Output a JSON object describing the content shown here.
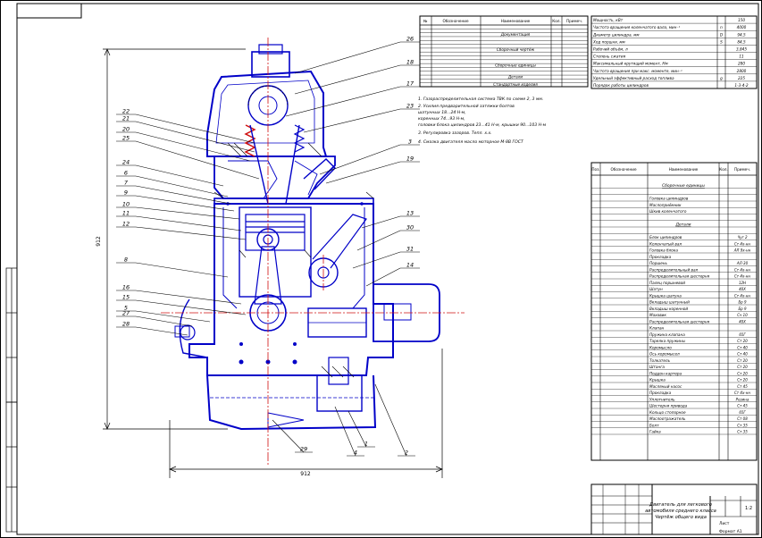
{
  "drawing": {
    "corner_stamp": "",
    "dim_width": "912",
    "dim_height": "912",
    "leaders": [
      "26",
      "18",
      "17",
      "23",
      "22",
      "21",
      "20",
      "25",
      "3",
      "19",
      "24",
      "6",
      "7",
      "9",
      "10",
      "11",
      "12",
      "13",
      "30",
      "31",
      "14",
      "8",
      "16",
      "15",
      "5",
      "27",
      "28",
      "29",
      "4",
      "1",
      "2"
    ]
  },
  "spec_table": {
    "headers": [
      "№",
      "Обозначение",
      "Наименование",
      "Кол.",
      "Примеч."
    ],
    "rows": [
      "",
      "",
      "Документация",
      "",
      "",
      "",
      "Сборочный чертёж",
      "",
      "",
      "",
      "Сборочные единицы",
      "",
      "",
      "Детали",
      "",
      "Стандартные изделия"
    ]
  },
  "param_table": {
    "rows": [
      {
        "label": "Мощность, кВт",
        "sym": "",
        "val": "150"
      },
      {
        "label": "Частота вращения коленчатого вала, мин⁻¹",
        "sym": "n",
        "val": "4000"
      },
      {
        "label": "Диаметр цилиндра, мм",
        "sym": "D",
        "val": "94,5"
      },
      {
        "label": "Ход поршня, мм",
        "sym": "S",
        "val": "84,5"
      },
      {
        "label": "Рабочий объём, л",
        "sym": "",
        "val": "3,845"
      },
      {
        "label": "Степень сжатия",
        "sym": "",
        "val": "11"
      },
      {
        "label": "Максимальный крутящий момент, Нм",
        "sym": "",
        "val": "280"
      },
      {
        "label": "Частота вращения при макс. моменте, мин⁻¹",
        "sym": "",
        "val": "2800"
      },
      {
        "label": "Удельный эффективный расход топлива",
        "sym": "g",
        "val": "225"
      },
      {
        "label": "Порядок работы цилиндров",
        "sym": "",
        "val": "1-3-4-2"
      }
    ]
  },
  "notes": [
    "1. Газораспределительная система ТВК по схеме 2, 3 мм.",
    "2. Усилия предварительной затяжки болтов",
    "   шатунных 18...24 Н·м,",
    "   коренных 74...93 Н·м,",
    "   головки блока цилиндров 23...41 Н·м, крышки 90...103 Н·м",
    "3. Регулировка зазоров. Тепл. х.х.",
    "4. Смазка двигателя масло моторное М-8В ГОСТ"
  ],
  "parts_table": {
    "headers": [
      "Поз.",
      "Обозначение",
      "Наименование",
      "Кол.",
      "Примеч."
    ],
    "section1": "Сборочные единицы",
    "rows1": [
      "Головка цилиндров",
      "Маслоприёмник",
      "Шкив коленчатого"
    ],
    "section2": "Детали",
    "rows2": [
      {
        "name": "Блок цилиндров",
        "note": "Чуг 2"
      },
      {
        "name": "Коленчатый вал",
        "note": "Ст 4х-нн"
      },
      {
        "name": "Головка блока",
        "note": "АЛ 9х-нн"
      },
      {
        "name": "Прокладка",
        "note": ""
      },
      {
        "name": "Поршень",
        "note": "АЛ-30"
      },
      {
        "name": "Распределительный вал",
        "note": "Ст 4х-нн"
      },
      {
        "name": "Распределительная шестерня",
        "note": "Ст 4х-нн"
      },
      {
        "name": "Палец поршневой",
        "note": "12Н"
      },
      {
        "name": "Шатун",
        "note": "40Х"
      },
      {
        "name": "Крышка шатуна",
        "note": "Ст 4х-нн"
      },
      {
        "name": "Вкладыш шатунный",
        "note": "Бр 9"
      },
      {
        "name": "Вкладыш коренной",
        "note": "Бр 9"
      },
      {
        "name": "Маховик",
        "note": "Сч 10"
      },
      {
        "name": "Распределительная шестерня",
        "note": "40Х"
      },
      {
        "name": "Клапан",
        "note": ""
      },
      {
        "name": "Пружина клапана",
        "note": "65Г"
      },
      {
        "name": "Тарелка пружины",
        "note": "Ст 20"
      },
      {
        "name": "Коромысло",
        "note": "Ст 40"
      },
      {
        "name": "Ось коромысел",
        "note": "Ст 40"
      },
      {
        "name": "Толкатель",
        "note": "Ст 20"
      },
      {
        "name": "Штанга",
        "note": "Ст 20"
      },
      {
        "name": "Поддон картера",
        "note": "Ст 20"
      },
      {
        "name": "Крышка",
        "note": "Ст 20"
      },
      {
        "name": "Масляный насос",
        "note": "Ст 45"
      },
      {
        "name": "Прокладка",
        "note": "Ст 4х-нн"
      },
      {
        "name": "Уплотнитель",
        "note": "Резина"
      },
      {
        "name": "Шестерня привода",
        "note": "Ст 45"
      },
      {
        "name": "Кольцо стопорное",
        "note": "65Г"
      },
      {
        "name": "Маслоотражатель",
        "note": "Ст 08"
      },
      {
        "name": "Болт",
        "note": "Ст 35"
      },
      {
        "name": "Гайка",
        "note": "Ст 35"
      }
    ]
  },
  "title_block": {
    "title_line1": "Двигатель для легкового",
    "title_line2": "автомобиля среднего класса",
    "title_line3": "Чертёж общего вида",
    "scale": "1:2",
    "sheet": "Лист",
    "format": "Формат А1"
  },
  "colors": {
    "line": "#0000c8",
    "axis": "#d01010",
    "frame": "#000000"
  }
}
